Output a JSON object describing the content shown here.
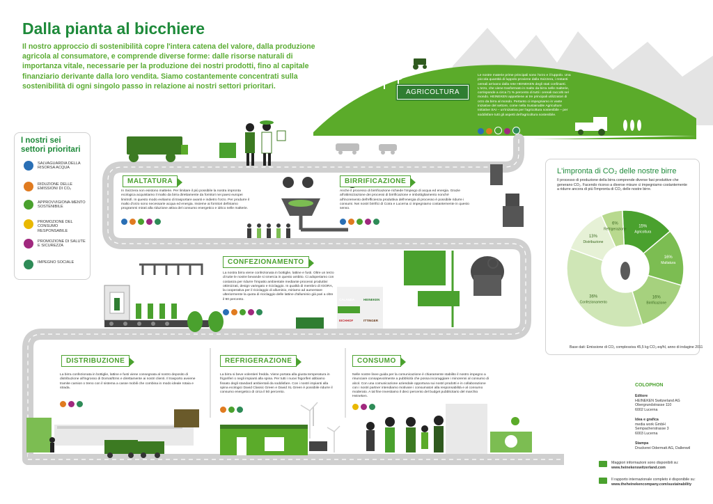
{
  "title": "Dalla pianta al bicchiere",
  "intro": "Il nostro approccio di sostenibilità copre l'intera catena del valore, dalla produzione agricola al consumatore, e comprende diverse forme: dalle risorse naturali di importanza vitale, necessarie per la produzione dei nostri prodotti, fino al capitale finanziario derivante dalla loro vendita. Siamo costantemente concentrati sulla sostenibilità di ogni singolo passo in relazione ai nostri settori prioritari.",
  "legend": {
    "title": "I nostri sei settori prioritari",
    "items": [
      {
        "label": "SALVAGUARDIA DELLA RISORSA ACQUA",
        "icon": "water-drop-icon",
        "color": "#2a6fb5"
      },
      {
        "label": "RIDUZIONE DELLE EMISSIONI DI CO₂",
        "icon": "footprint-icon",
        "color": "#e07b20"
      },
      {
        "label": "APPROVVIGIONA-MENTO SOSTENIBILE",
        "icon": "hops-icon",
        "color": "#4aa12e"
      },
      {
        "label": "PROMOZIONE DEL CONSUMO RESPONSABILE",
        "icon": "glass-icon",
        "color": "#e9b800"
      },
      {
        "label": "PROMOZIONE DI SALUTE E SICUREZZA",
        "icon": "health-icon",
        "color": "#a0287e"
      },
      {
        "label": "IMPEGNO SOCIALE",
        "icon": "heart-hands-icon",
        "color": "#2e8b57"
      }
    ]
  },
  "sections": {
    "agricoltura": {
      "label": "AGRICOLTURA",
      "text": "Le nostre materie prime principali sono l'orzo e il luppolo. Una piccola quantità di luppolo proviene dalla Svizzera, i restanti cereali arrivano dalla rete HEINEKEN degli stati confinanti. L'orzo, che viene trasformato in malto da birra nelle malterie, corrisponde a circa l'1 % percento di tutti i cereali raccolti nel mondo. HEINEKEN appartiene ai tre principali utilizzatori di orzo da birra al mondo. Pertanto ci impegniamo in vaste iniziative del settore, come nella Sustainable Agriculture Initiative SAI – un'iniziativa per l'agricoltura sostenibile – per soddisfare tutti gli aspetti dell'agricoltura sostenibile."
    },
    "maltatura": {
      "label": "MALTATURA",
      "text": "In Svizzera non esistono malterie. Per limitare il più possibile la nostra impronta ecologica acquistiamo il malto da birra direttamente da fornitori nei paesi europei limitrofi. In questo modo evitiamo di trasportare avanti e indietro l'orzo. Per produrre il malto d'orzo sono necessarie acqua ed energia. Insieme ai fornitori definiamo programmi mirati alla riduzione attiva del consumo energetico e idrico nelle malterie."
    },
    "birrificazione": {
      "label": "BIRRIFICAZIONE",
      "text": "Anche il processo di birrificazione richiede l'impiego di acqua ed energia. Grazie all'ottimizzazione dei processi di birrificazione e imbottigliamento nonché all'incremento dell'efficienza produttiva dell'energia di processo è possibile ridurre i consumi. Nei nostri birrifici di Coira e Lucerna ci impegniamo costantemente in questo senso."
    },
    "confezionamento": {
      "label": "CONFEZIONAMENTO",
      "text": "La nostra birra viene confezionata in bottiglie, lattine e fusti. Oltre un terzo di tutte le nostre bevande si smercia in questo ambito. Ci adoperiamo con costanza per ridurre l'impatto ambientale mediante processi produttivi ottimizzati, design variegato e riciclaggio. In qualità di membro di IGORA, la cooperativa per il riciclaggio di alluminio, miriamo ad aumentare ulteriormente la quota di riciclaggio delle lattine d'alluminio già pari a oltre il 90 percento."
    },
    "distribuzione": {
      "label": "DISTRIBUZIONE",
      "text": "La birra confezionata in bottiglie, lattine e fusti viene consegnata al nostro deposito di distribuzione all'ingrosso di Dornat/Ems e direttamente ai nostri clienti. Il trasporto avviene tramite camion o treno con il sistema a casse mobili che combina in modo ideale rotaia e strada."
    },
    "refrigerazione": {
      "label": "REFRIGERAZIONE",
      "text": "La birra si beve volentieri fredda. Viene portata alla giusta temperatura in frigoriferi o negli impianti alla spina. Per tutti i nuovi frigoriferi abbiamo fissato degli standard ambientali da soddisfare. Con i nostri impianti alla spina ecologici David Classic Green e David XL Green è possibile ridurre il consumo energetico di circa il 50 percento."
    },
    "consumo": {
      "label": "CONSUMO",
      "text": "Nelle nostre linee guida per la comunicazione è chiaramente stabilito il nostro impegno a rinunciare consapevolmente a pubblicità che possa incoraggiare i minorenni al consumo di alcol. Con una comunicazione aziendale opportuna sui nostri prodotti e in collaborazione con i nostri partner intendiamo motivare i consumatori alla responsabilità e al consumo moderato. A tal fine investiamo il dieci percento del budget pubblicitario del marchio Heineken."
    }
  },
  "brands": [
    "CALANDA",
    "HEINEKEN",
    "EICHHOF",
    "ITTINGER"
  ],
  "co2": {
    "title": "L'impronta di CO₂ delle nostre birre",
    "text": "Il processo di produzione della birra comprende diverse fasi produttive che generano CO₂. Facendo ricorso a diverse misure ci impegniamo costantemente a ridurre ancora di più l'impronta di CO₂ delle nostre birre.",
    "footnote": "Base dati: Emissione di CO₂ complessiva 45,5 kg CO₂-eq/hl, anno di indagine 2011"
  },
  "chart_data": {
    "type": "pie",
    "title": "L'impronta di CO₂ delle nostre birre",
    "categories": [
      "Agricoltura",
      "Maltatura",
      "Birrificazione",
      "Confezionamento",
      "Distribuzione",
      "Refrigerazione"
    ],
    "values": [
      15,
      16,
      16,
      36,
      13,
      6
    ],
    "labels": [
      "15%",
      "16%",
      "16%",
      "36%",
      "13%",
      "6%"
    ],
    "colors": [
      "#4aa12e",
      "#7cbd52",
      "#a6d17e",
      "#cfe6b6",
      "#e6f1d6",
      "#b8d98e"
    ]
  },
  "colophon": {
    "heading": "COLOPHON",
    "blocks": [
      {
        "title": "Editore",
        "lines": [
          "HEINEKEN Switzerland AG",
          "Obergrundstrasse 110",
          "6002 Lucerna"
        ]
      },
      {
        "title": "Idea e grafica",
        "lines": [
          "media work GmbH",
          "Sempacherstrasse 3",
          "6003 Lucerna"
        ]
      },
      {
        "title": "Stampa",
        "lines": [
          "Druckerei Odermatt AG, Dallenwil"
        ]
      }
    ]
  },
  "links": [
    {
      "text": "Maggiori informazioni sono disponibili su:",
      "url": "www.heinekenswitzerland.com"
    },
    {
      "text": "Il rapporto internazionale completo è disponibile su:",
      "url": "www.theheinekencompany.com/sustainability"
    }
  ]
}
